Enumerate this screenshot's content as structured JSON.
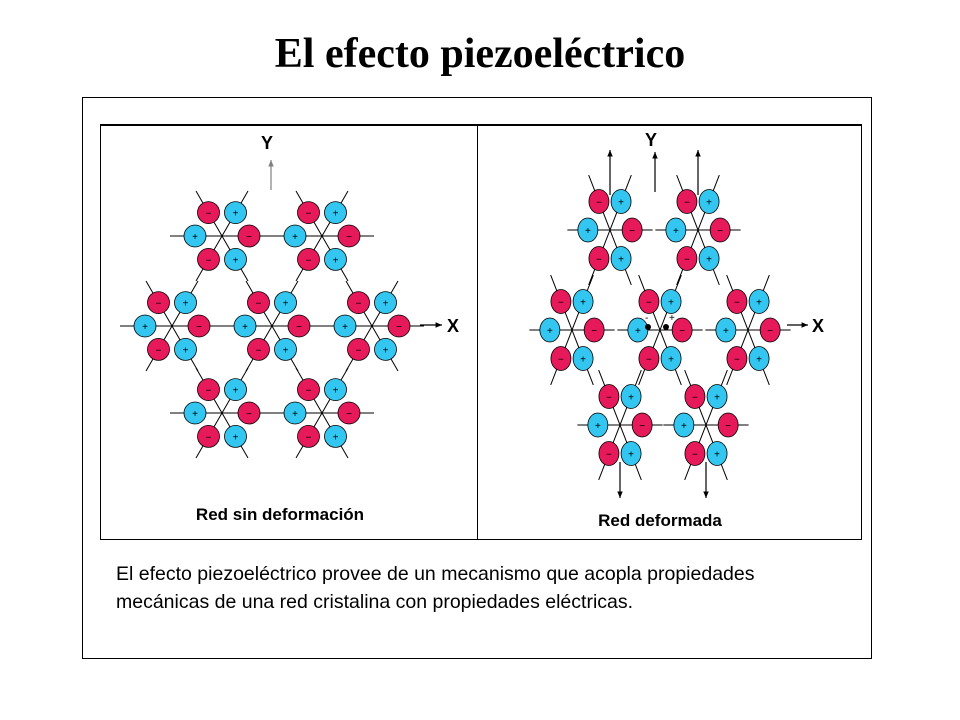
{
  "title": "El efecto piezoeléctrico",
  "panels": {
    "left": {
      "caption": "Red sin deformación",
      "axis_y": "Y",
      "axis_x": "X"
    },
    "right": {
      "caption": "Red deformada",
      "axis_y": "Y",
      "axis_x": "X",
      "center_minus": "-",
      "center_plus": "+"
    }
  },
  "ion_symbols": {
    "positive": "+",
    "negative": "−"
  },
  "colors": {
    "positive_ion": "#33c6f0",
    "negative_ion": "#e6195a"
  },
  "description": "El efecto piezoeléctrico provee de un mecanismo que acopla propiedades mecánicas de una red cristalina con propiedades eléctricas."
}
